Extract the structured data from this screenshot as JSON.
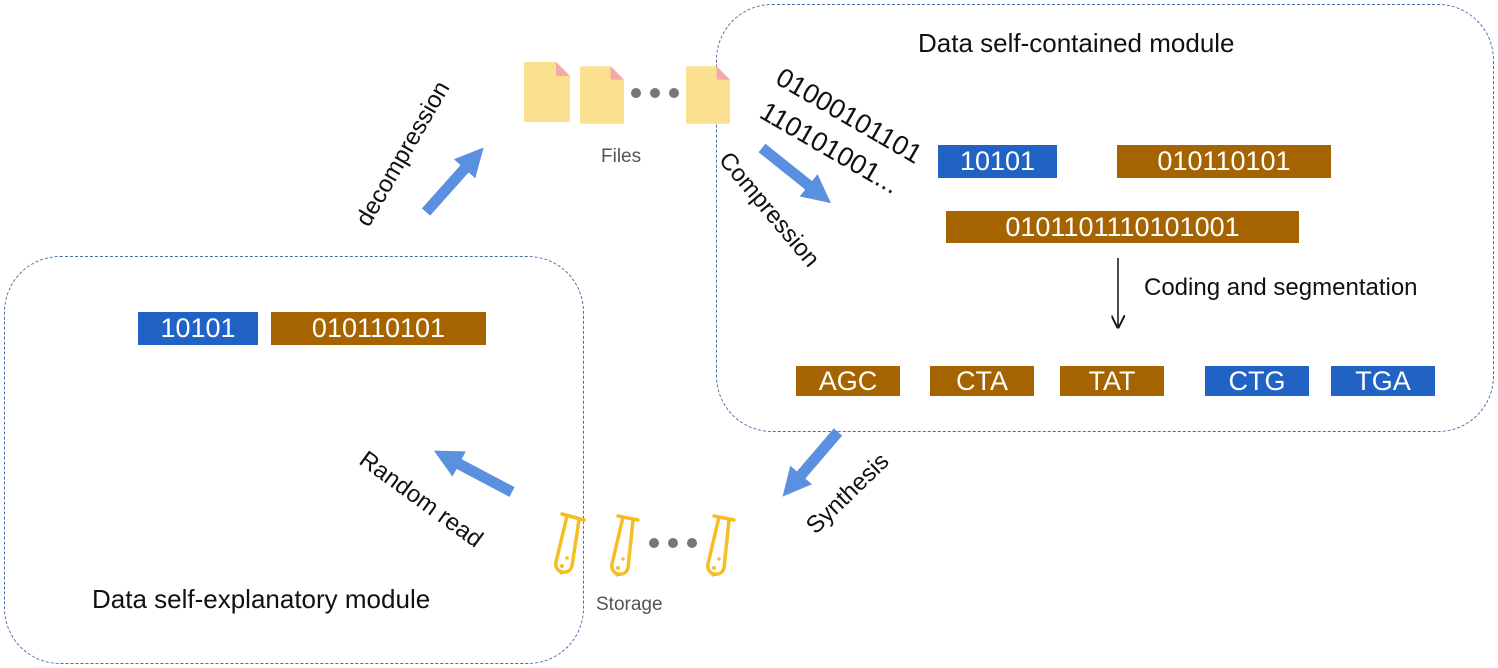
{
  "colors": {
    "blue_segment": "#2163c4",
    "brown_segment": "#a66400",
    "arrow": "#5b8fdf",
    "module_border": "#4a6fa5",
    "file_icon": "#fbe08f",
    "file_corner": "#f4a8a8",
    "tube": "#f4c021"
  },
  "modules": {
    "contained_title": "Data self-contained module",
    "explanatory_title": "Data self-explanatory module"
  },
  "files": {
    "caption": "Files",
    "icon": "file-icon"
  },
  "storage": {
    "caption": "Storage",
    "icon": "test-tube-icon"
  },
  "steps": {
    "decompression": "decompression",
    "compression": "Compression",
    "synthesis": "Synthesis",
    "random_read": "Random read",
    "coding": "Coding and segmentation"
  },
  "bitstream": {
    "line1": "01000101101",
    "line2": "110101001..."
  },
  "contained_segments": {
    "index": "10101",
    "payload": "010110101",
    "combined": "0101101110101001"
  },
  "dna_segments": [
    {
      "text": "AGC",
      "color": "brown"
    },
    {
      "text": "CTA",
      "color": "brown"
    },
    {
      "text": "TAT",
      "color": "brown"
    },
    {
      "text": "CTG",
      "color": "blue"
    },
    {
      "text": "TGA",
      "color": "blue"
    }
  ],
  "explanatory_segments": {
    "index": "10101",
    "payload": "010110101"
  }
}
